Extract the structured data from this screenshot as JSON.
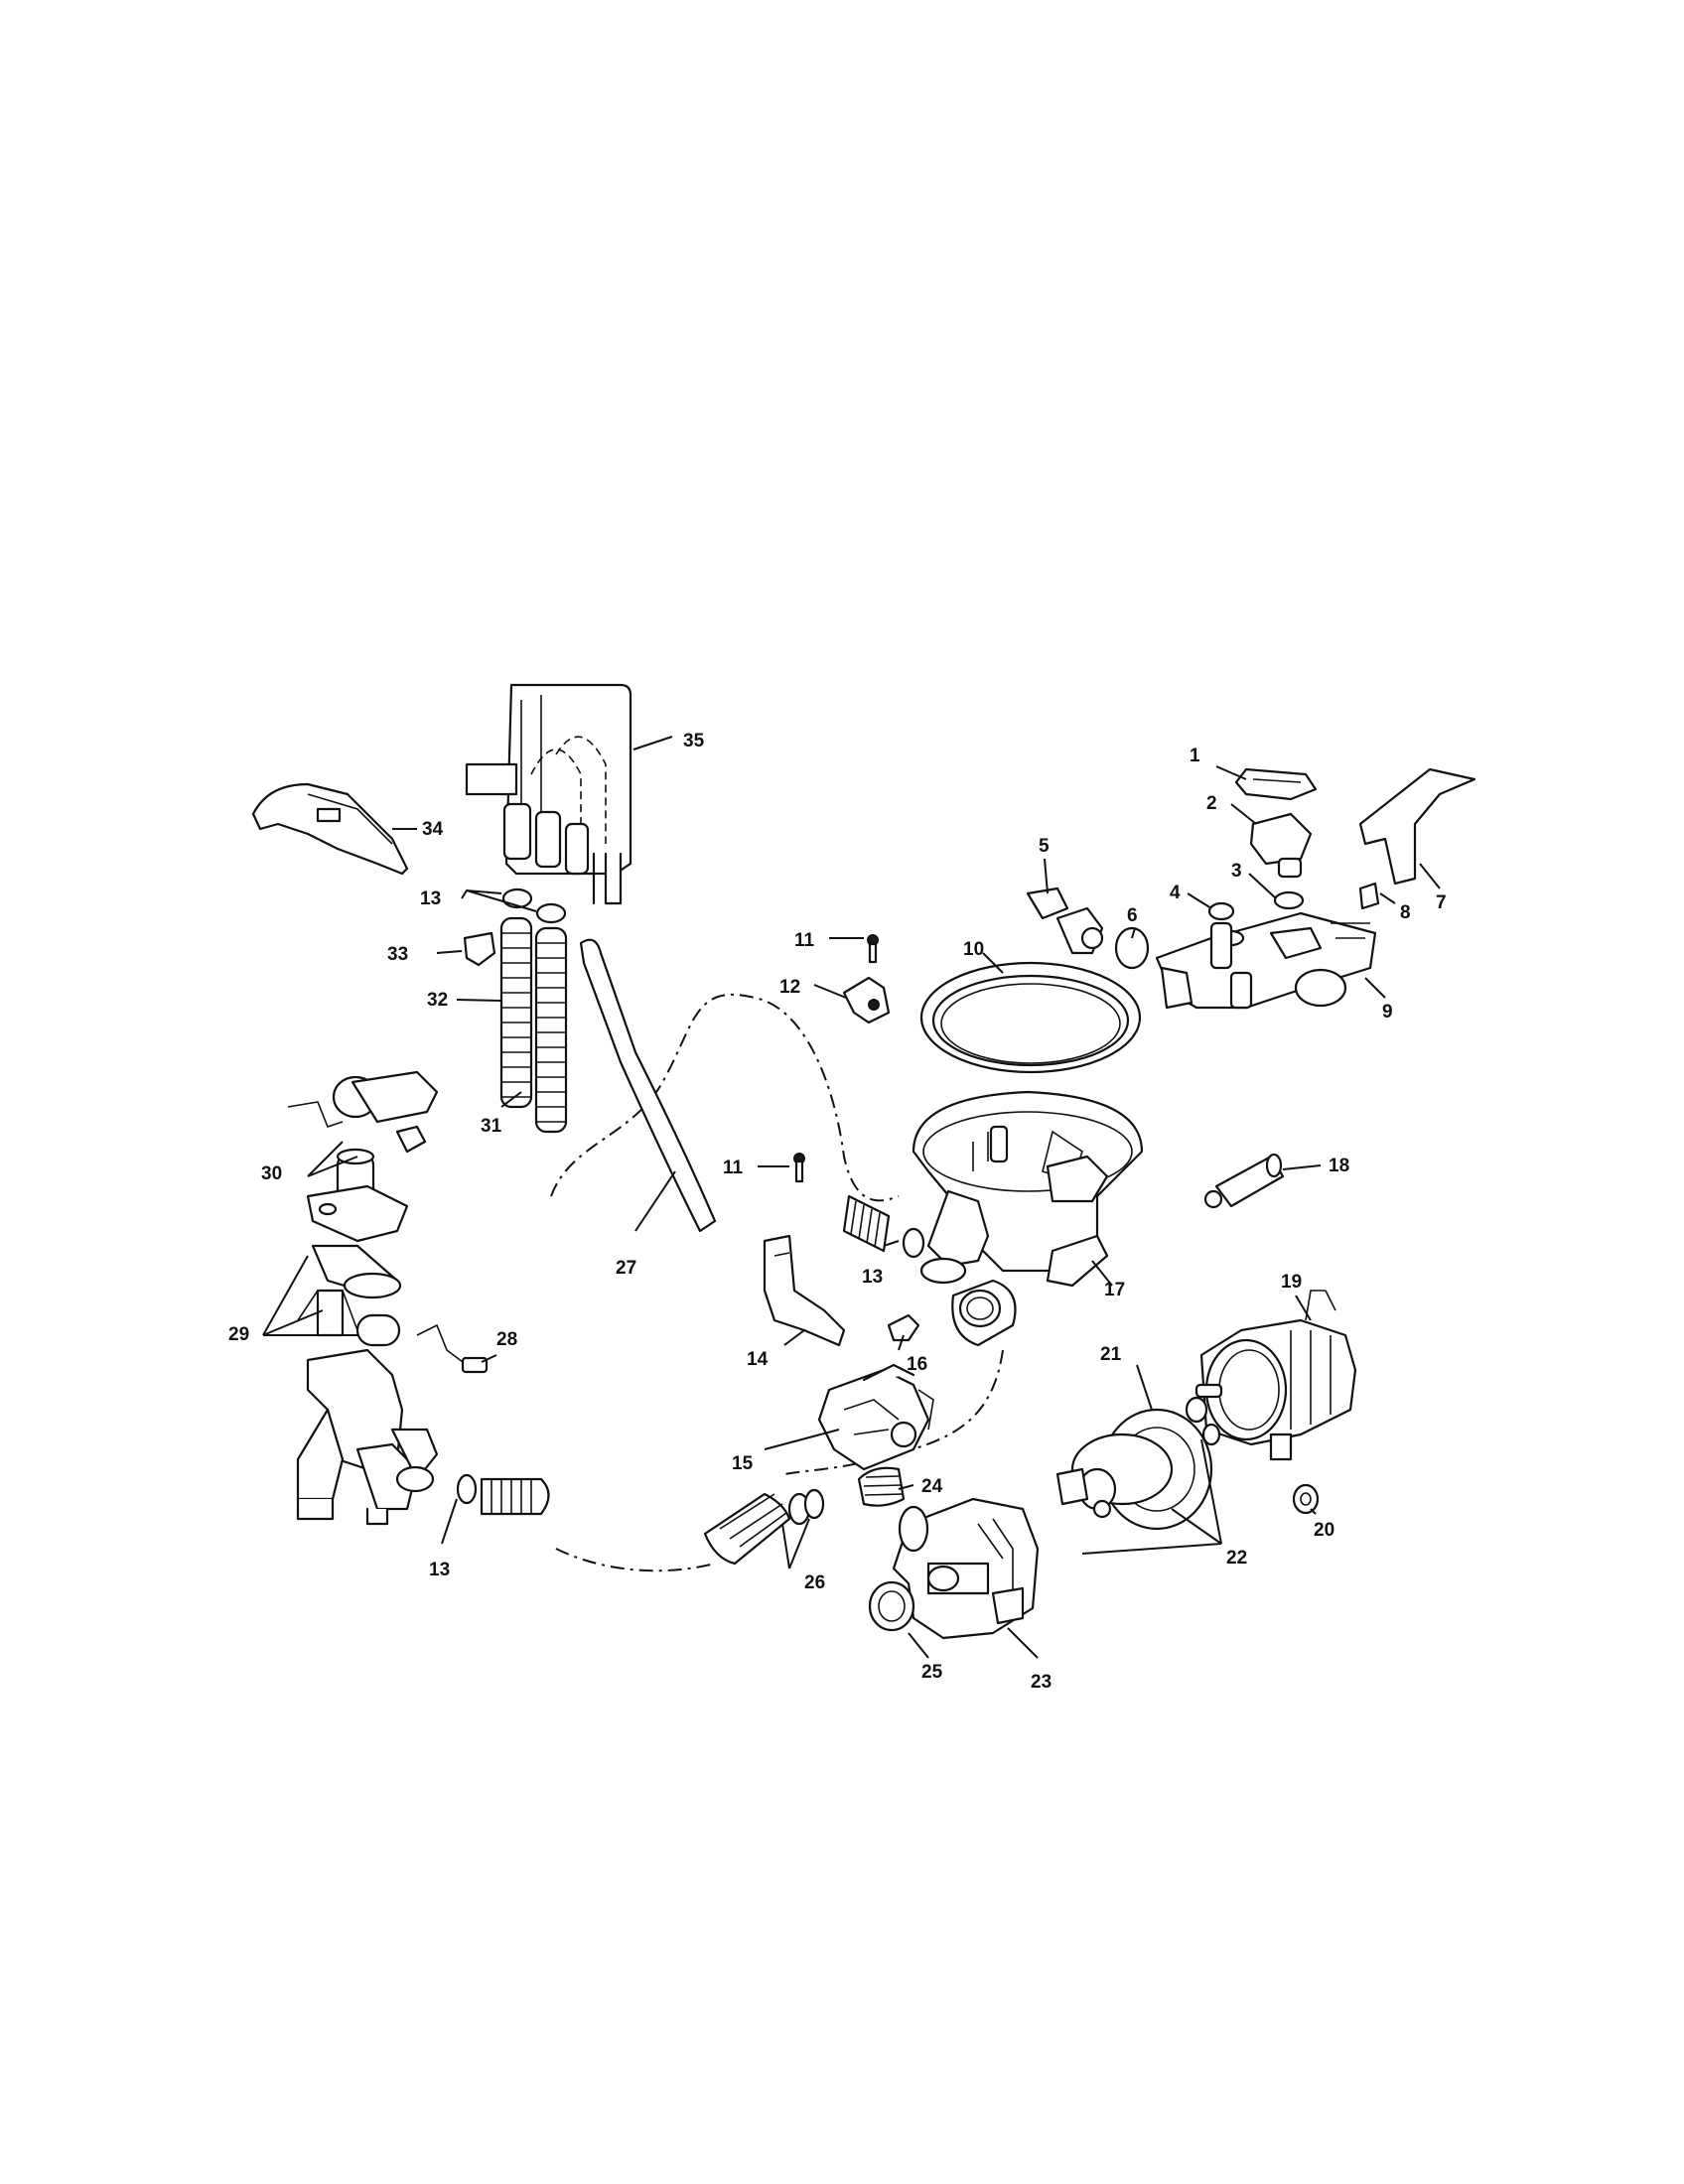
{
  "callouts": [
    {
      "id": "c1",
      "text": "1"
    },
    {
      "id": "c2",
      "text": "2"
    },
    {
      "id": "c3",
      "text": "3"
    },
    {
      "id": "c4",
      "text": "4"
    },
    {
      "id": "c5",
      "text": "5"
    },
    {
      "id": "c6",
      "text": "6"
    },
    {
      "id": "c7",
      "text": "7"
    },
    {
      "id": "c8",
      "text": "8"
    },
    {
      "id": "c9",
      "text": "9"
    },
    {
      "id": "c10",
      "text": "10"
    },
    {
      "id": "c11a",
      "text": "11"
    },
    {
      "id": "c11b",
      "text": "11"
    },
    {
      "id": "c12",
      "text": "12"
    },
    {
      "id": "c13a",
      "text": "13"
    },
    {
      "id": "c13b",
      "text": "13"
    },
    {
      "id": "c13c",
      "text": "13"
    },
    {
      "id": "c14",
      "text": "14"
    },
    {
      "id": "c15",
      "text": "15"
    },
    {
      "id": "c16",
      "text": "16"
    },
    {
      "id": "c17",
      "text": "17"
    },
    {
      "id": "c18",
      "text": "18"
    },
    {
      "id": "c19",
      "text": "19"
    },
    {
      "id": "c20",
      "text": "20"
    },
    {
      "id": "c21",
      "text": "21"
    },
    {
      "id": "c22",
      "text": "22"
    },
    {
      "id": "c23",
      "text": "23"
    },
    {
      "id": "c24",
      "text": "24"
    },
    {
      "id": "c25",
      "text": "25"
    },
    {
      "id": "c26",
      "text": "26"
    },
    {
      "id": "c27",
      "text": "27"
    },
    {
      "id": "c28",
      "text": "28"
    },
    {
      "id": "c29",
      "text": "29"
    },
    {
      "id": "c30",
      "text": "30"
    },
    {
      "id": "c31",
      "text": "31"
    },
    {
      "id": "c32",
      "text": "32"
    },
    {
      "id": "c33",
      "text": "33"
    },
    {
      "id": "c34",
      "text": "34"
    },
    {
      "id": "c35",
      "text": "35"
    }
  ]
}
